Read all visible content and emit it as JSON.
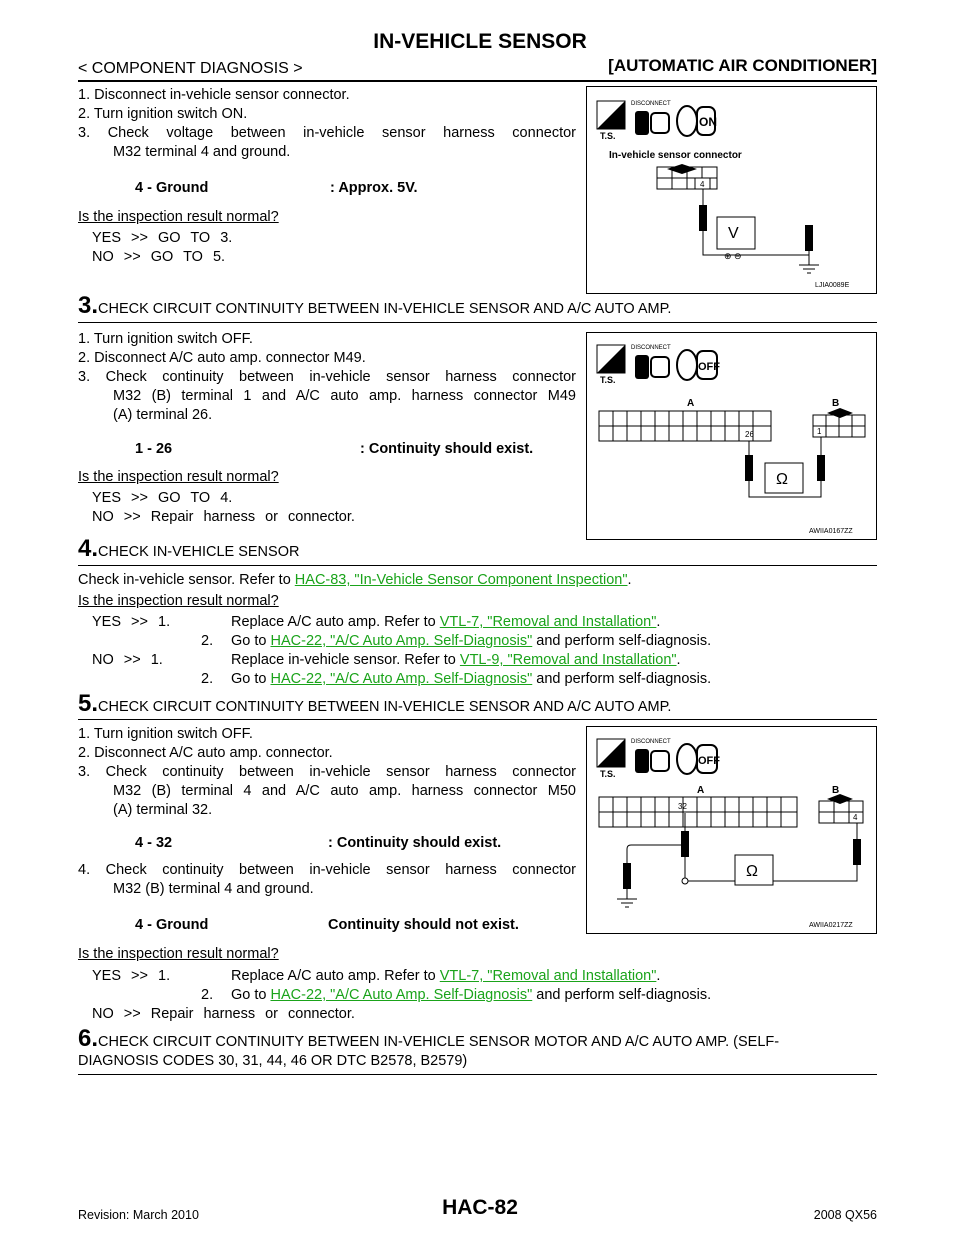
{
  "header": {
    "title": "IN-VEHICLE SENSOR",
    "section_left": "< COMPONENT DIAGNOSIS >",
    "section_right": "[AUTOMATIC AIR CONDITIONER]"
  },
  "step2": {
    "items": [
      "1. Disconnect in-vehicle sensor connector.",
      "2. Turn ignition switch ON.",
      "3. Check voltage between in-vehicle sensor harness connector",
      "M32 terminal 4 and ground."
    ],
    "spec_label": "4 - Ground",
    "spec_value": ": Approx. 5V.",
    "question": "Is the inspection result normal?",
    "yes": "YES >> GO TO 3.",
    "no": "NO >> GO TO 5.",
    "figure": {
      "title": "In-vehicle sensor connector",
      "disconnect": "DISCONNECT",
      "ts": "T.S.",
      "switch": "ON",
      "terminal": "4",
      "meter": "V",
      "code": "LJIA0089E"
    }
  },
  "step3": {
    "number": "3.",
    "title": "CHECK CIRCUIT CONTINUITY BETWEEN IN-VEHICLE SENSOR AND A/C AUTO AMP.",
    "items": [
      "1. Turn ignition switch OFF.",
      "2. Disconnect A/C auto amp. connector M49.",
      "3. Check continuity between in-vehicle sensor harness connector",
      "M32 (B) terminal 1 and A/C auto amp. harness connector M49",
      "(A) terminal 26."
    ],
    "spec_label": "1 - 26",
    "spec_value": ": Continuity should exist.",
    "question": "Is the inspection result normal?",
    "yes": "YES >> GO TO 4.",
    "no": "NO >> Repair harness or connector.",
    "figure": {
      "disconnect": "DISCONNECT",
      "ts": "T.S.",
      "switch": "OFF",
      "label_a": "A",
      "label_b": "B",
      "term_a": "26",
      "term_b": "1",
      "meter": "Ω",
      "code": "AWIIA0167ZZ"
    }
  },
  "step4": {
    "number": "4.",
    "title": "CHECK IN-VEHICLE SENSOR",
    "text_pre": "Check in-vehicle sensor. Refer to ",
    "link": "HAC-83, \"In-Vehicle Sensor Component Inspection\"",
    "text_post": ".",
    "question": "Is the inspection result normal?",
    "yes_prefix": "YES >> 1.",
    "yes_1_pre": "Replace A/C auto amp. Refer to ",
    "yes_1_link": "VTL-7, \"Removal and Installation\"",
    "yes_1_post": ".",
    "yes_2_num": "2.",
    "yes_2_pre": "Go to ",
    "yes_2_link": "HAC-22, \"A/C Auto Amp. Self-Diagnosis\"",
    "yes_2_post": " and perform self-diagnosis.",
    "no_prefix": "NO >> 1.",
    "no_1_pre": "Replace in-vehicle sensor. Refer to ",
    "no_1_link": "VTL-9, \"Removal and Installation\"",
    "no_1_post": ".",
    "no_2_num": "2.",
    "no_2_pre": "Go to ",
    "no_2_link": "HAC-22, \"A/C Auto Amp. Self-Diagnosis\"",
    "no_2_post": " and perform self-diagnosis."
  },
  "step5": {
    "number": "5.",
    "title": "CHECK CIRCUIT CONTINUITY BETWEEN IN-VEHICLE SENSOR AND A/C AUTO AMP.",
    "items": [
      "1. Turn ignition switch OFF.",
      "2. Disconnect A/C auto amp. connector.",
      "3. Check continuity between in-vehicle sensor harness connector",
      "M32 (B) terminal 4 and A/C auto amp. harness connector M50",
      "(A) terminal 32."
    ],
    "spec1_label": "4 - 32",
    "spec1_value": ": Continuity should exist.",
    "item4a": "4. Check continuity between in-vehicle sensor harness connector",
    "item4b": "M32 (B) terminal 4 and ground.",
    "spec2_label": "4 - Ground",
    "spec2_value": "Continuity should not exist.",
    "question": "Is the inspection result normal?",
    "yes_prefix": "YES >> 1.",
    "yes_1_pre": "Replace A/C auto amp. Refer to ",
    "yes_1_link": "VTL-7, \"Removal and Installation\"",
    "yes_1_post": ".",
    "yes_2_num": "2.",
    "yes_2_pre": "Go to ",
    "yes_2_link": "HAC-22, \"A/C Auto Amp. Self-Diagnosis\"",
    "yes_2_post": " and perform self-diagnosis.",
    "no": "NO >> Repair harness or connector.",
    "figure": {
      "disconnect": "DISCONNECT",
      "ts": "T.S.",
      "switch": "OFF",
      "label_a": "A",
      "label_b": "B",
      "term_a": "32",
      "term_b": "4",
      "meter": "Ω",
      "code": "AWIIA0217ZZ"
    }
  },
  "step6": {
    "number": "6.",
    "title_line1": "CHECK CIRCUIT CONTINUITY BETWEEN IN-VEHICLE SENSOR MOTOR AND A/C AUTO AMP. (SELF-",
    "title_line2": "DIAGNOSIS CODES 30, 31, 44, 46 OR DTC B2578, B2579)"
  },
  "footer": {
    "revision": "Revision: March 2010",
    "page": "HAC-82",
    "model": "2008 QX56"
  },
  "colors": {
    "link": "#1aa31a",
    "text": "#000000"
  }
}
